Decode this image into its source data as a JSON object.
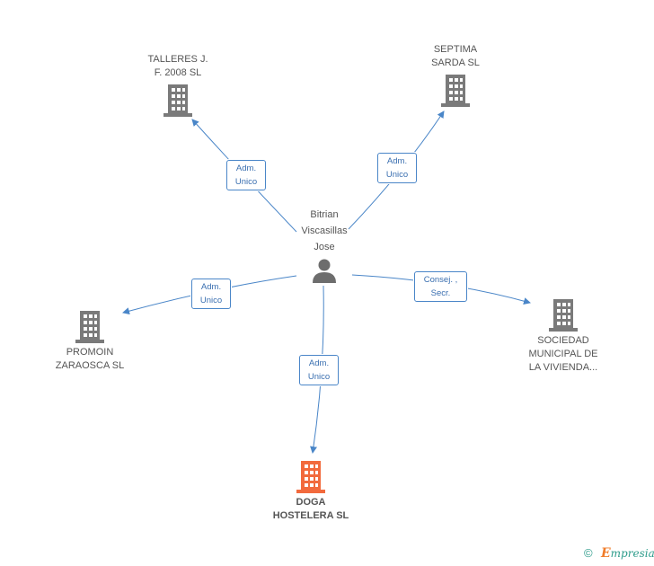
{
  "person": {
    "name": "Bitrian\nViscasillas\nJose"
  },
  "companies": {
    "talleres": {
      "name": "TALLERES J.\nF. 2008 SL"
    },
    "septima": {
      "name": "SEPTIMA\nSARDA  SL"
    },
    "promoin": {
      "name": "PROMOIN\nZARAOSCA SL"
    },
    "sociedad": {
      "name": "SOCIEDAD\nMUNICIPAL DE\nLA VIVIENDA..."
    },
    "doga": {
      "name": "DOGA\nHOSTELERA SL"
    }
  },
  "relations": {
    "talleres": "Adm.\nUnico",
    "septima": "Adm.\nUnico",
    "promoin": "Adm.\nUnico",
    "doga": "Adm.\nUnico",
    "sociedad": "Consej. ,\nSecr."
  },
  "colors": {
    "edge": "#4a86c8",
    "building": "#7a7a7a",
    "focal_building": "#f26a3d",
    "person": "#6d6d6d"
  },
  "footer": {
    "copyright_symbol": "©",
    "brand_initial": "E",
    "brand_rest": "mpresia"
  }
}
